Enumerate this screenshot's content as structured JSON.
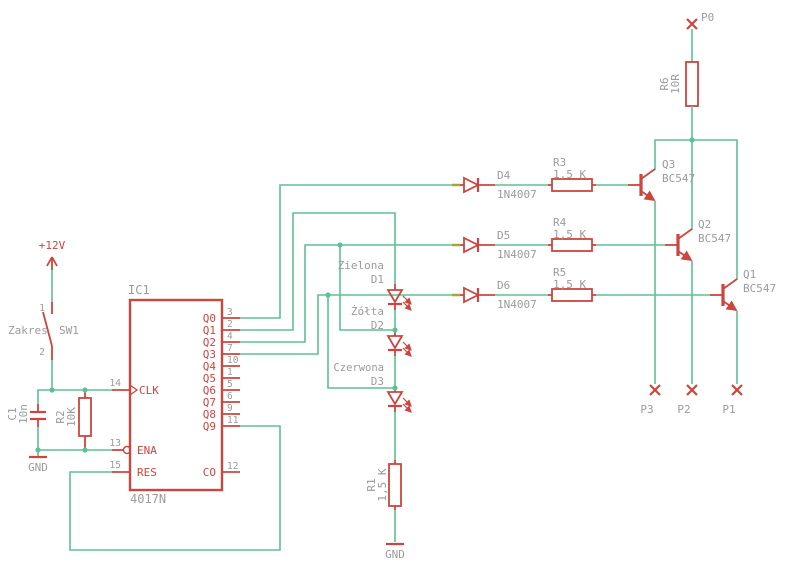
{
  "colors": {
    "symbol": "#cc453e",
    "wire": "#5fc096",
    "label": "#9b9b9b",
    "accent_tick": "#a6a63c",
    "bg": "#ffffff"
  },
  "power": {
    "vcc_label": "+12V",
    "gnd_label_left": "GND",
    "gnd_label_bottom": "GND"
  },
  "switch": {
    "name": "SW1",
    "value": "Zakres",
    "pin1": "1",
    "pin2": "2"
  },
  "capacitor": {
    "name": "C1",
    "value": "10n"
  },
  "ic": {
    "name": "IC1",
    "value": "4017N",
    "left_pins": [
      {
        "label": "CLK",
        "number": "14"
      },
      {
        "label": "ENA",
        "number": "13"
      },
      {
        "label": "RES",
        "number": "15"
      }
    ],
    "right_pins": [
      {
        "label": "Q0",
        "number": "3"
      },
      {
        "label": "Q1",
        "number": "2"
      },
      {
        "label": "Q2",
        "number": "4"
      },
      {
        "label": "Q3",
        "number": "7"
      },
      {
        "label": "Q4",
        "number": "10"
      },
      {
        "label": "Q5",
        "number": "1"
      },
      {
        "label": "Q6",
        "number": "5"
      },
      {
        "label": "Q7",
        "number": "6"
      },
      {
        "label": "Q8",
        "number": "9"
      },
      {
        "label": "Q9",
        "number": "11"
      },
      {
        "label": "CO",
        "number": "12"
      }
    ]
  },
  "leds": [
    {
      "name": "D1",
      "value": "Zielona"
    },
    {
      "name": "D2",
      "value": "Żółta"
    },
    {
      "name": "D3",
      "value": "Czerwona"
    }
  ],
  "diodes": [
    {
      "name": "D4",
      "value": "1N4007"
    },
    {
      "name": "D5",
      "value": "1N4007"
    },
    {
      "name": "D6",
      "value": "1N4007"
    }
  ],
  "resistors": [
    {
      "name": "R1",
      "value": "1,5 K"
    },
    {
      "name": "R2",
      "value": "10K"
    },
    {
      "name": "R3",
      "value": "1,5 K"
    },
    {
      "name": "R4",
      "value": "1,5 K"
    },
    {
      "name": "R5",
      "value": "1,5 K"
    },
    {
      "name": "R6",
      "value": "10R"
    }
  ],
  "transistors": [
    {
      "name": "Q1",
      "value": "BC547"
    },
    {
      "name": "Q2",
      "value": "BC547"
    },
    {
      "name": "Q3",
      "value": "BC547"
    }
  ],
  "ports": [
    "P0",
    "P1",
    "P2",
    "P3"
  ]
}
